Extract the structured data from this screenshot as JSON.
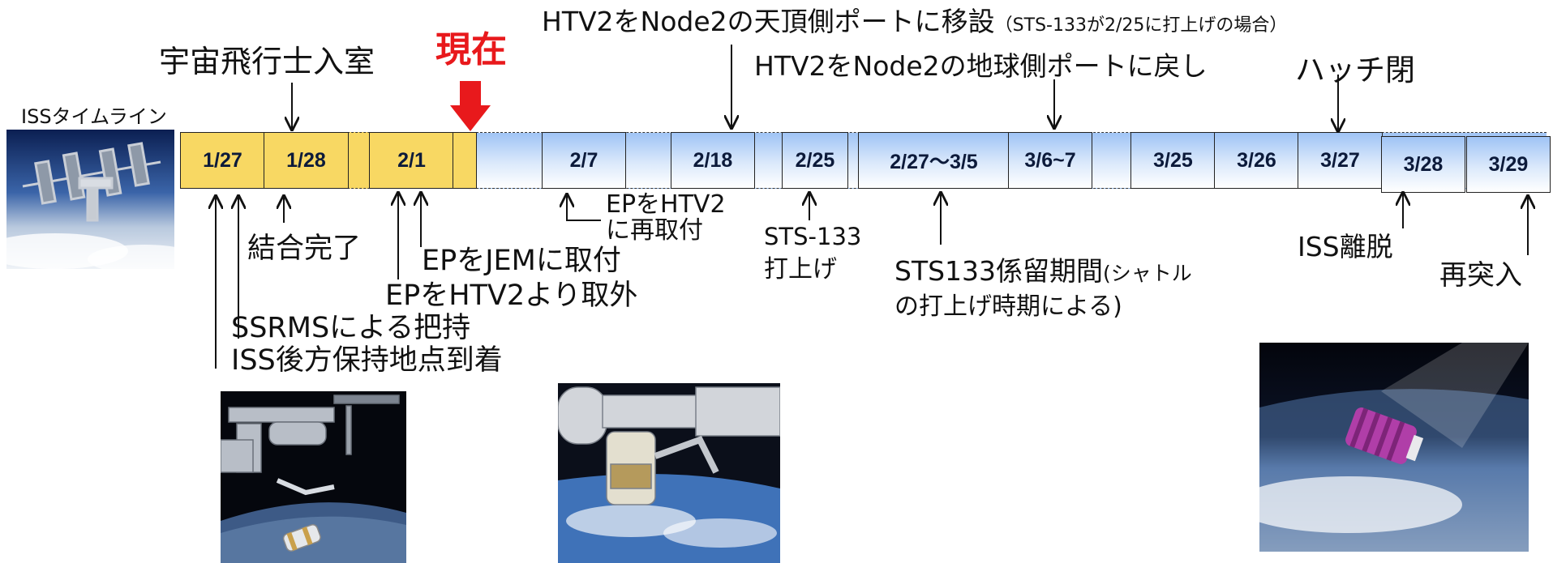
{
  "timeline_title": "ISSタイムライン",
  "now_label": "現在",
  "cells": {
    "c0127": "1/27",
    "c0128": "1/28",
    "c0201": "2/1",
    "c0207": "2/7",
    "c0218": "2/18",
    "c0225": "2/25",
    "c0227": "2/27〜3/5",
    "c0306": "3/6~7",
    "c0325": "3/25",
    "c0326": "3/26",
    "c0327": "3/27",
    "c0328": "3/28",
    "c0329": "3/29"
  },
  "labels": {
    "astronaut_ingress": "宇宙飛行士入室",
    "move_zenith": "HTV2をNode2の天頂側ポートに移設",
    "move_zenith_note": "（STS-133が2/25に打上げの場合）",
    "move_nadir": "HTV2をNode2の地球側ポートに戻し",
    "hatch_close": "ハッチ閉",
    "berthing_complete": "結合完了",
    "ep_to_jem": "EPをJEMに取付",
    "ep_from_htv2": "EPをHTV2より取外",
    "ssrms_capture": "SSRMSによる把持",
    "iss_hold_point": "ISS後方保持地点到着",
    "ep_reinstall_1": "EPをHTV2",
    "ep_reinstall_2": "に再取付",
    "sts133_launch_1": "STS-133",
    "sts133_launch_2": "打上げ",
    "sts133_docked_1": "STS133係留期間",
    "sts133_docked_note": "(シャトル",
    "sts133_docked_2": "の打上げ時期による)",
    "iss_departure": "ISS離脱",
    "reentry": "再突入"
  },
  "colors": {
    "past_cell": "#f8d863",
    "future_cell_top": "#9fc3f5",
    "now_marker": "#e8191c"
  },
  "images": [
    {
      "name": "iss-photo",
      "subject": "ISS in orbit"
    },
    {
      "name": "htv2-approach-photo",
      "subject": "HTV2 approaching ISS"
    },
    {
      "name": "htv2-berthed-photo",
      "subject": "HTV2 berthed to ISS"
    },
    {
      "name": "htv2-reentry-photo",
      "subject": "HTV2 reentry"
    }
  ]
}
